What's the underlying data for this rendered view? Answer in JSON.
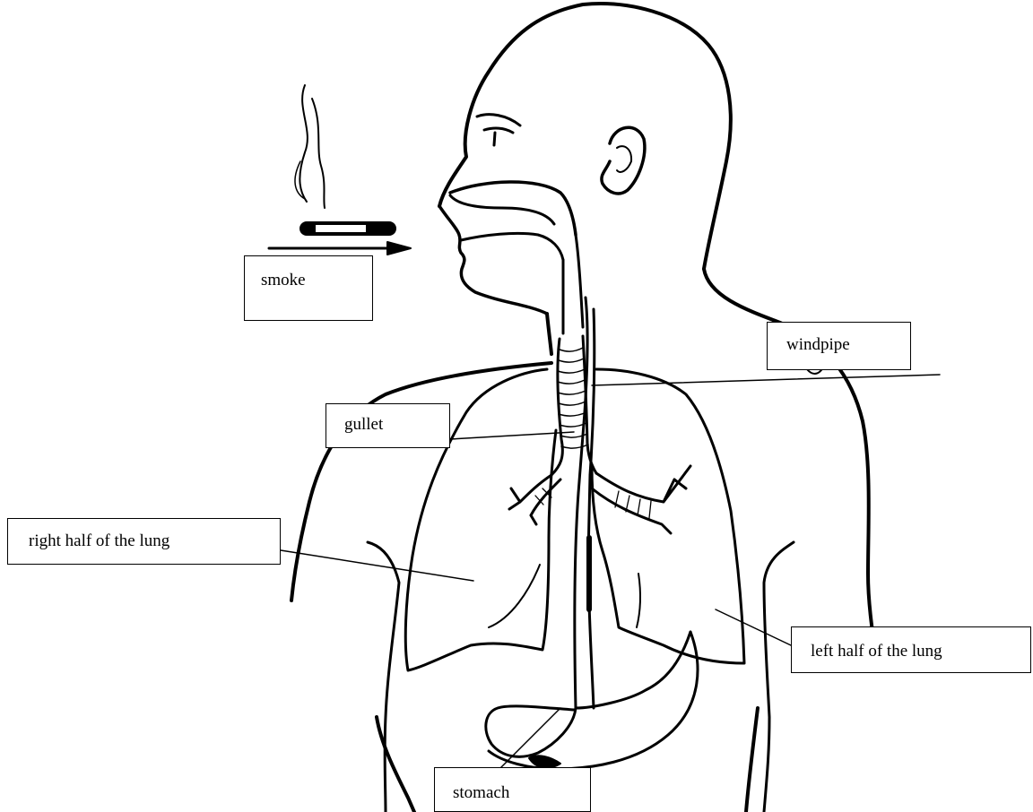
{
  "diagram": {
    "labels": {
      "smoke": "smoke",
      "windpipe": "windpipe",
      "gullet": "gullet",
      "right_lung": "right half of the lung",
      "left_lung": "left half of the lung",
      "stomach": "stomach"
    },
    "colors": {
      "line": "#000000",
      "background": "#ffffff",
      "cigarette_band": "#000000"
    }
  }
}
